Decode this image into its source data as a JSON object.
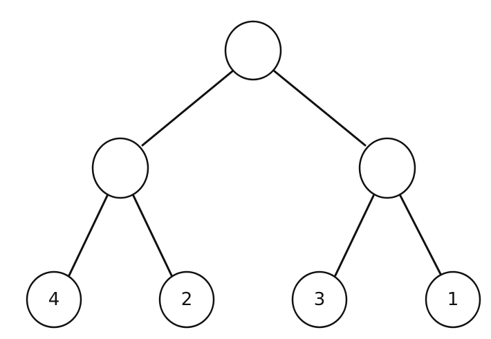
{
  "tree": {
    "root": {
      "label": ""
    },
    "left": {
      "label": ""
    },
    "right": {
      "label": ""
    },
    "leaves": [
      {
        "label": "4"
      },
      {
        "label": "2"
      },
      {
        "label": "3"
      },
      {
        "label": "1"
      }
    ]
  }
}
